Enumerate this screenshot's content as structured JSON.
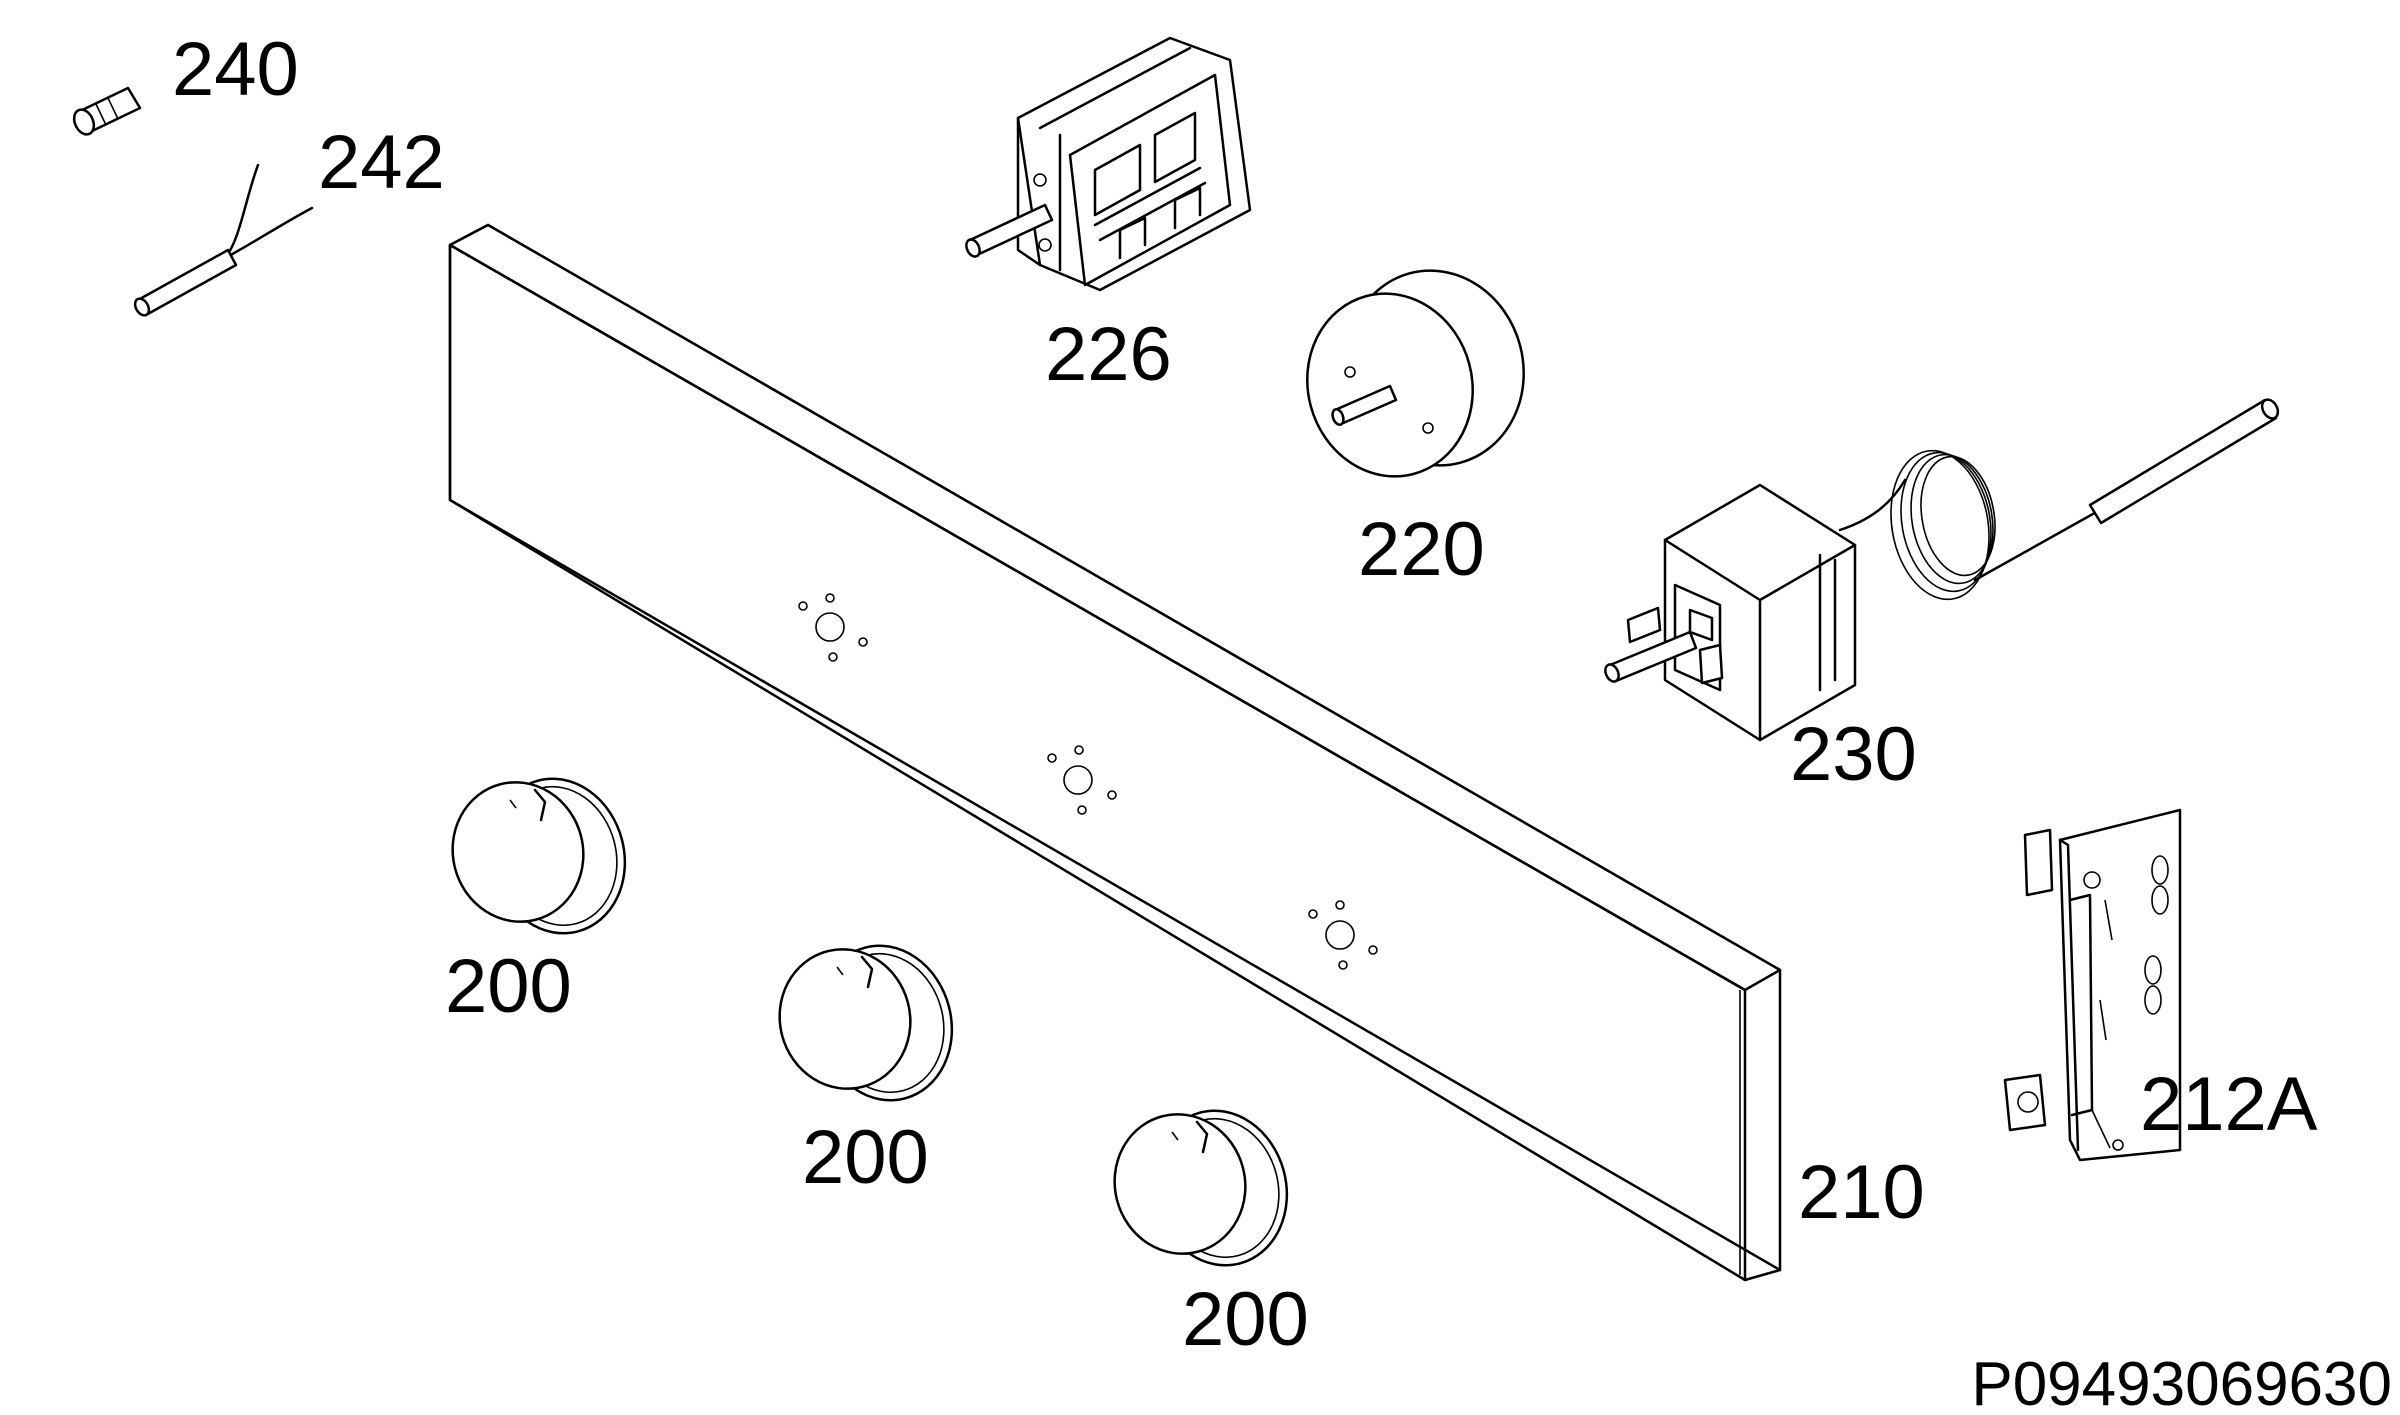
{
  "diagram": {
    "labels": {
      "part_240": "240",
      "part_242": "242",
      "part_226": "226",
      "part_220": "220",
      "part_230": "230",
      "part_200_a": "200",
      "part_200_b": "200",
      "part_200_c": "200",
      "part_210": "210",
      "part_212a": "212A"
    },
    "document_id": "P09493069630"
  }
}
